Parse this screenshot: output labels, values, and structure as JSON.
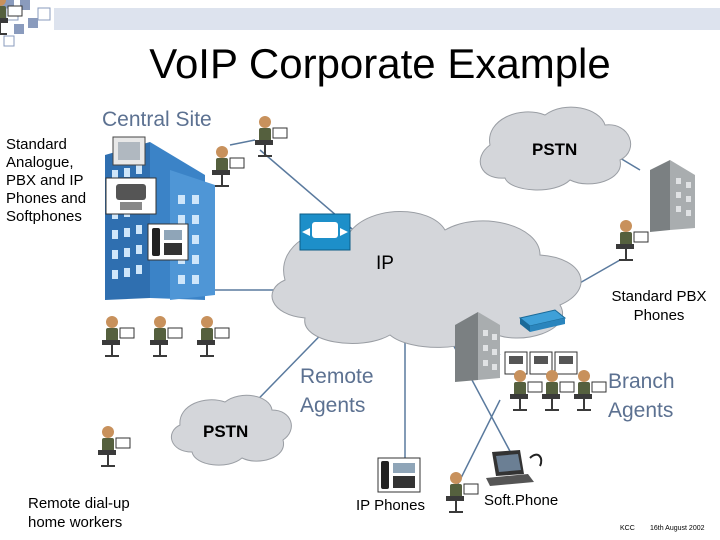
{
  "slide": {
    "title": "VoIP Corporate Example",
    "central_site_label": "Central Site",
    "left_label": "Standard\nAnalogue,\nPBX and IP\nPhones and\nSoftphones",
    "pstn_top_label": "PSTN",
    "ip_label": "IP",
    "standard_pbx_label": "Standard PBX\nPhones",
    "remote_agents_label": "Remote\nAgents",
    "branch_agents_label": "Branch\nAgents",
    "pstn_bottom_label": "PSTN",
    "dialup_label": "Remote dial-up\nhome workers",
    "ip_phones_label": "IP Phones",
    "softphone_label": "Soft.Phone",
    "footer_author": "KCC",
    "footer_date": "16th August 2002"
  },
  "colors": {
    "accent_text": "#5c7191",
    "cloud_fill": "#d4d6da",
    "building": "#3b83c7",
    "building_grey": "#a9adaf",
    "link_line": "#5a7a9e",
    "router": "#1d8fc9"
  },
  "icons": [
    "bullet-squares-icon",
    "cloud-icon",
    "building-icon",
    "router-icon",
    "phone-icon",
    "agent-icon",
    "laptop-icon",
    "headset-icon",
    "switch-icon"
  ]
}
